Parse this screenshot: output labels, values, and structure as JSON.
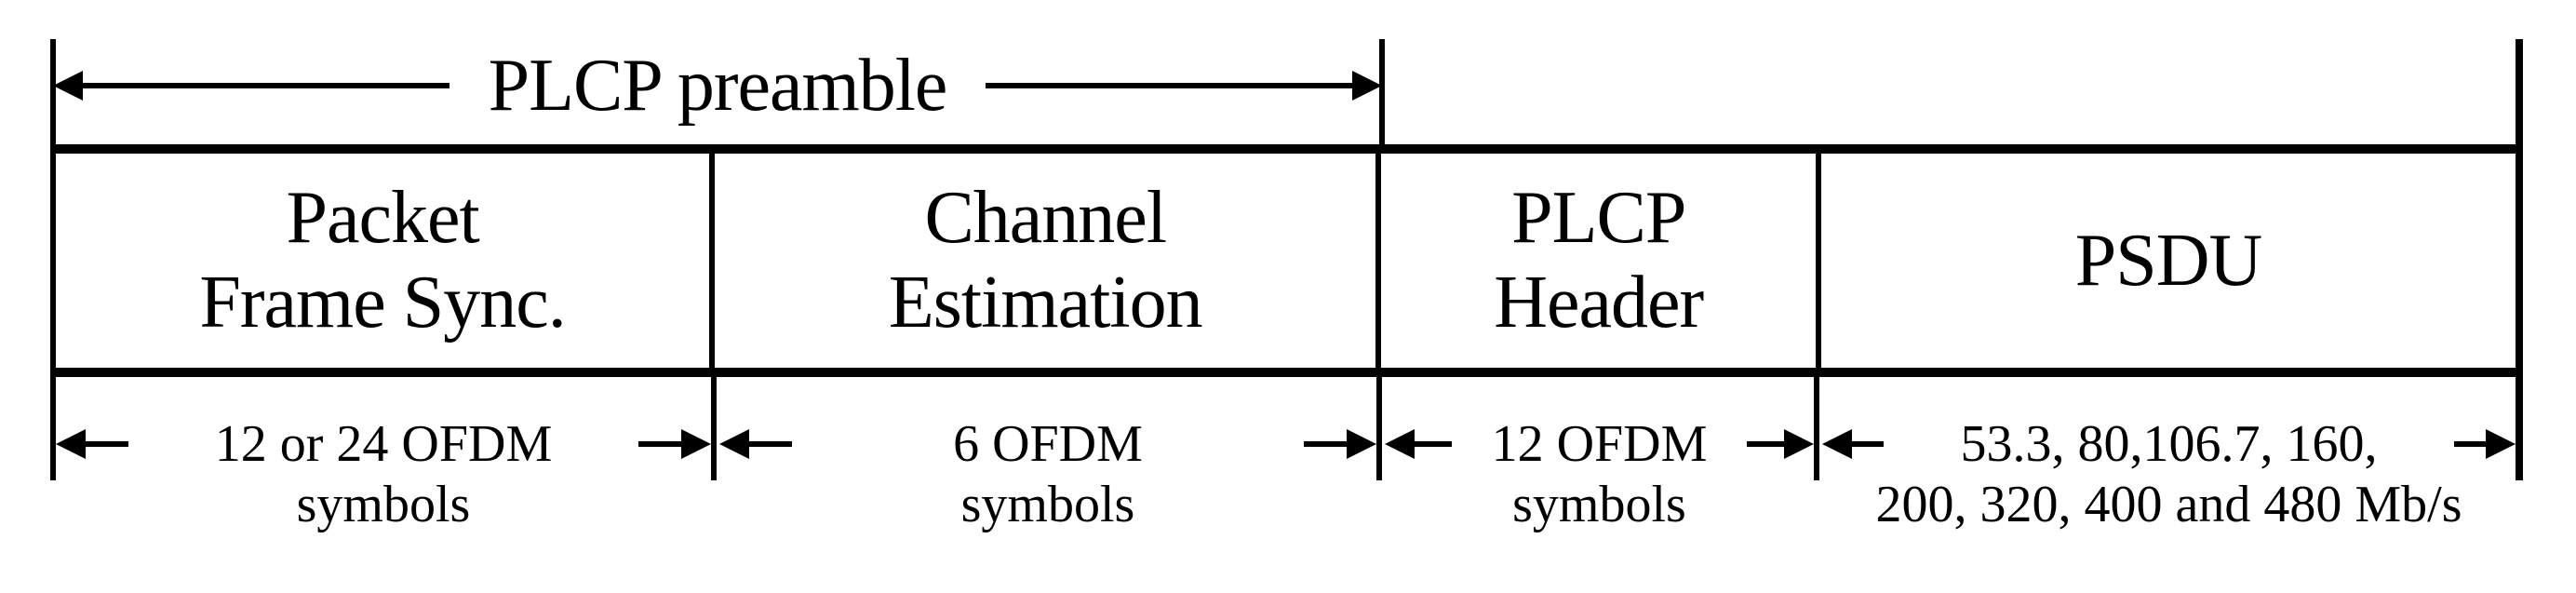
{
  "colors": {
    "ink": "#000000",
    "background": "#ffffff"
  },
  "figure": {
    "top_arrow": {
      "label": "PLCP preamble"
    },
    "cells": [
      {
        "line1": "Packet",
        "line2": "Frame Sync."
      },
      {
        "line1": "Channel",
        "line2": "Estimation"
      },
      {
        "line1": "PLCP",
        "line2": "Header"
      },
      {
        "line1": "PSDU"
      }
    ],
    "durations": [
      {
        "line1": "12 or 24 OFDM",
        "line2": "symbols"
      },
      {
        "line1": "6 OFDM",
        "line2": "symbols"
      },
      {
        "line1": "12 OFDM",
        "line2": "symbols"
      },
      {
        "line1": "53.3, 80,106.7, 160,",
        "line2": "200, 320, 400 and 480 Mb/s"
      }
    ]
  }
}
